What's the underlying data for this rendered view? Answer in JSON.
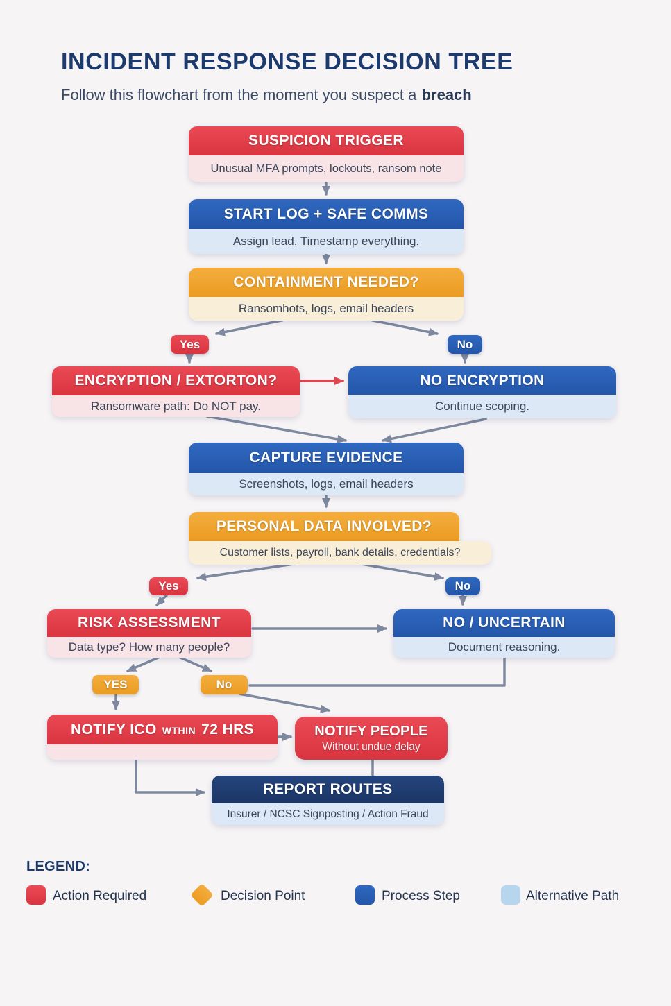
{
  "page": {
    "title": "INCIDENT RESPONSE DECISION TREE",
    "subtitle_prefix": "Follow this flowchart from the moment you suspect a",
    "subtitle_bold": "breach"
  },
  "colors": {
    "action_red": "#DD3A45",
    "process_blue": "#2A62B8",
    "decision_orange": "#F0A431",
    "deep_navy": "#1E3B6E",
    "alt_light_blue": "#B7D6EE",
    "title_navy": "#1D3A6D",
    "connector_gray": "#7E89A0",
    "connector_red": "#DF444F",
    "background": "#F7F4F6"
  },
  "nodes": {
    "suspicion_trigger": {
      "title": "SUSPICION TRIGGER",
      "subtitle": "Unusual MFA prompts, lockouts, ransom note"
    },
    "start_log": {
      "title": "START LOG + SAFE COMMS",
      "subtitle": "Assign lead. Timestamp everything."
    },
    "containment": {
      "title": "CONTAINMENT NEEDED?",
      "subtitle": "Ransomhots, logs, email headers",
      "yes_label": "Yes",
      "no_label": "No"
    },
    "encryption": {
      "title": "ENCRYPTION / EXTORTON?",
      "subtitle": "Ransomware path: Do NOT pay."
    },
    "no_encryption": {
      "title": "NO ENCRYPTION",
      "subtitle": "Continue scoping."
    },
    "capture_evidence": {
      "title": "CAPTURE EVIDENCE",
      "subtitle": "Screenshots, logs, email headers"
    },
    "personal_data": {
      "title": "PERSONAL DATA INVOLVED?",
      "subtitle": "Customer lists, payroll, bank details, credentials?",
      "yes_label": "Yes",
      "no_label": "No"
    },
    "risk_assessment": {
      "title": "RISK ASSESSMENT",
      "subtitle": "Data type? How many people?",
      "yes_label": "YES",
      "no_label": "No"
    },
    "no_uncertain": {
      "title": "NO / UNCERTAIN",
      "subtitle": "Document reasoning."
    },
    "notify_ico": {
      "title_main": "NOTIFY ICO",
      "title_small": "WTHIN",
      "title_end": "72 HRS"
    },
    "notify_people": {
      "title": "NOTIFY PEOPLE",
      "subtitle": "Without undue delay"
    },
    "report_routes": {
      "title": "REPORT ROUTES",
      "subtitle": "Insurer / NCSC Signposting / Action Fraud"
    }
  },
  "legend": {
    "heading": "LEGEND:",
    "items": [
      {
        "label": "Action Required",
        "swatch": "red-square",
        "color": "#DD3A45"
      },
      {
        "label": "Decision Point",
        "swatch": "orange-diamond",
        "color": "#F0A431"
      },
      {
        "label": "Process Step",
        "swatch": "blue-square",
        "color": "#2A62B8"
      },
      {
        "label": "Alternative Path",
        "swatch": "lightblue-square",
        "color": "#B7D6EE"
      }
    ]
  }
}
